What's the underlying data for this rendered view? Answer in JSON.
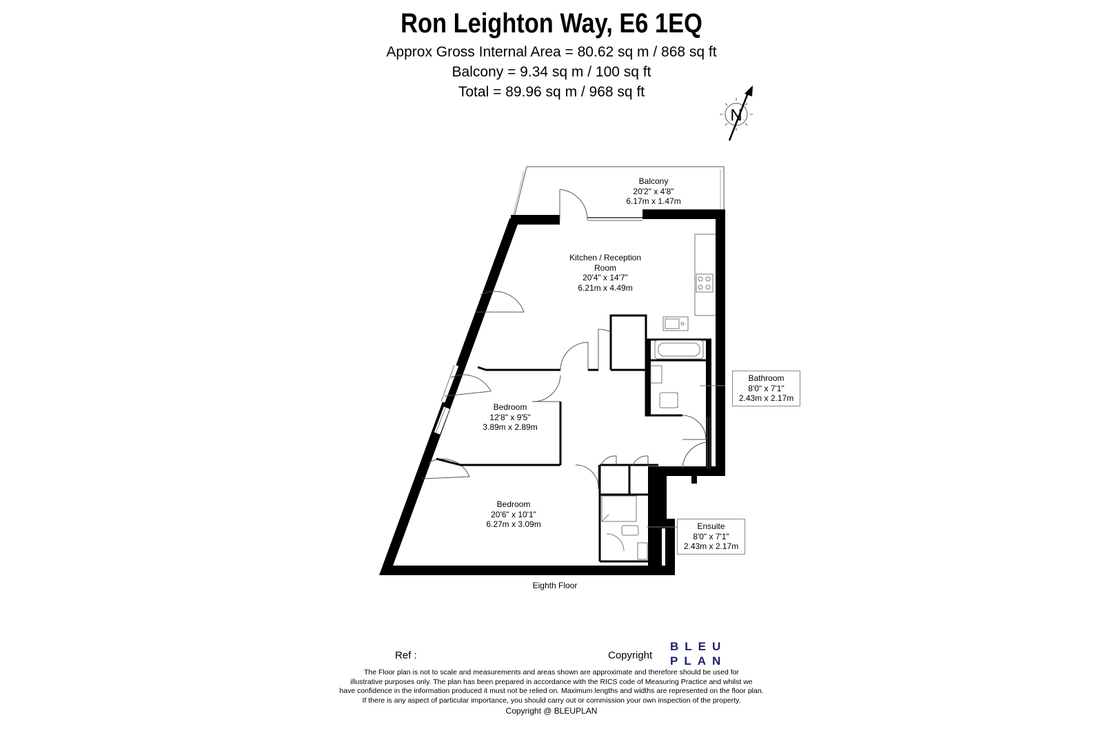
{
  "title": "Ron Leighton Way, E6 1EQ",
  "area": {
    "gross": "Approx Gross Internal Area = 80.62 sq m / 868 sq ft",
    "balcony": "Balcony = 9.34 sq m / 100 sq ft",
    "total": "Total = 89.96 sq m / 968 sq ft"
  },
  "compass": {
    "letter": "N"
  },
  "rooms": {
    "balcony": {
      "name": "Balcony",
      "imperial": "20'2\" x 4'8\"",
      "metric": "6.17m x 1.47m"
    },
    "kitchen": {
      "name": "Kitchen / Reception",
      "name2": "Room",
      "imperial": "20'4\" x 14'7\"",
      "metric": "6.21m x 4.49m"
    },
    "bedroom1": {
      "name": "Bedroom",
      "imperial": "12'8\" x 9'5\"",
      "metric": "3.89m x 2.89m"
    },
    "bedroom2": {
      "name": "Bedroom",
      "imperial": "20'6\" x 10'1\"",
      "metric": "6.27m x 3.09m"
    },
    "bathroom": {
      "name": "Bathroom",
      "imperial": "8'0\" x 7'1\"",
      "metric": "2.43m x 2.17m"
    },
    "ensuite": {
      "name": "Ensuite",
      "imperial": "8'0\" x 7'1\"",
      "metric": "2.43m x 2.17m"
    }
  },
  "floor_label": "Eighth Floor",
  "footer": {
    "ref_label": "Ref  :",
    "copyright_label": "Copyright",
    "logo_line1": "BLEU",
    "logo_line2": "PLAN",
    "logo_color": "#1a1f6e",
    "disclaimer_1": "The Floor plan is not to scale and measurements and areas shown are approximate and therefore should be used for",
    "disclaimer_2": "illustrative purposes only. The plan has been prepared in accordance with the RICS code of Measuring Practice and whilst we",
    "disclaimer_3": "have confidence in the information produced it must not be relied on. Maximum lengths and widths are represented on the floor plan.",
    "disclaimer_4": "If there is any aspect of particular importance, you should carry out or commission your own inspection of the property.",
    "copyright_line": "Copyright @ BLEUPLAN"
  }
}
